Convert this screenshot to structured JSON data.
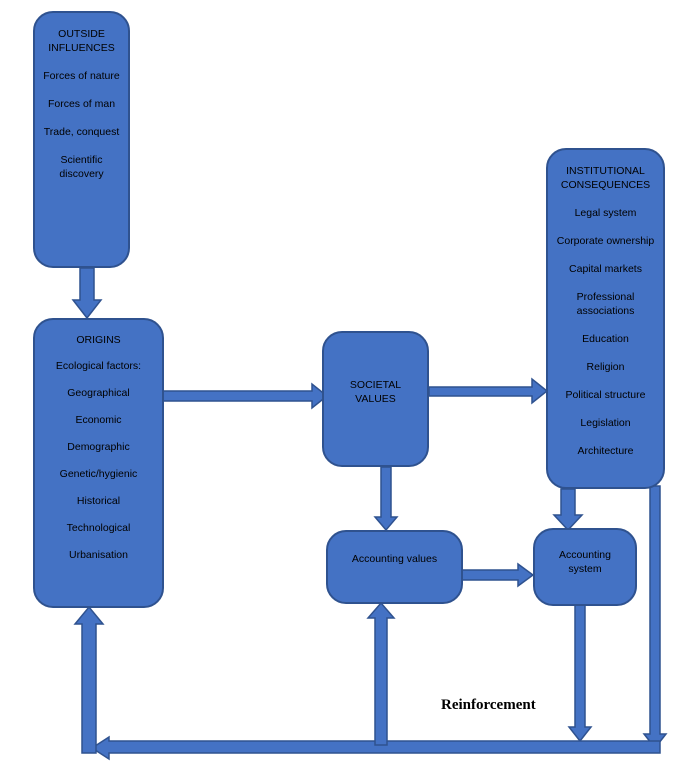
{
  "outside_influences": {
    "title": "OUTSIDE INFLUENCES",
    "items": [
      "Forces of nature",
      "Forces of man",
      "Trade, conquest",
      "Scientific discovery"
    ]
  },
  "origins": {
    "title": "ORIGINS",
    "items": [
      "Ecological factors:",
      "Geographical",
      "Economic",
      "Demographic",
      "Genetic/hygienic",
      "Historical",
      "Technological",
      "Urbanisation"
    ]
  },
  "societal_values": {
    "title": "SOCIETAL VALUES"
  },
  "institutional_consequences": {
    "title": "INSTITUTIONAL CONSEQUENCES",
    "items": [
      "Legal system",
      "Corporate ownership",
      "Capital markets",
      "Professional associations",
      "Education",
      "Religion",
      "Political structure",
      "Legislation",
      "Architecture"
    ]
  },
  "accounting_values": {
    "title": "Accounting values"
  },
  "accounting_system": {
    "title": "Accounting system"
  },
  "reinforcement_label": "Reinforcement",
  "colors": {
    "box_fill": "#4472C4",
    "box_border": "#2F528F",
    "arrow_fill": "#4472C4",
    "arrow_border": "#2F528F"
  }
}
